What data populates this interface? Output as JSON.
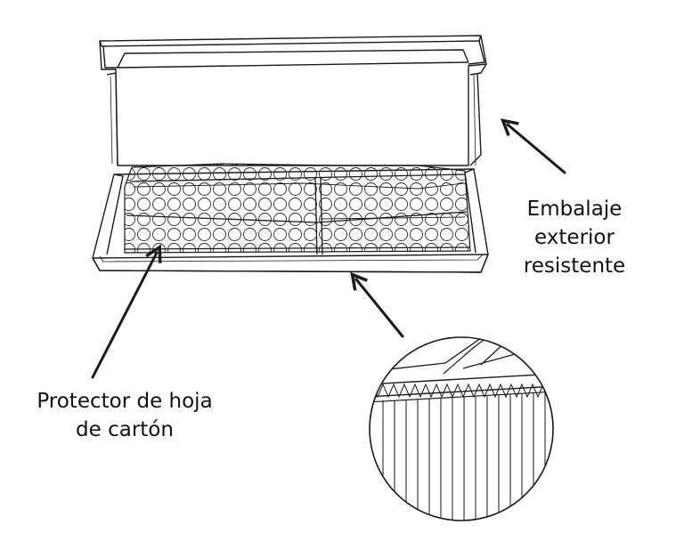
{
  "labels": {
    "outer_packaging": {
      "line1": "Embalaje",
      "line2": "exterior",
      "line3": "resistente"
    },
    "inner_protector": {
      "line1": "Protector de hoja",
      "line2": "de cartón"
    }
  },
  "colors": {
    "line": "#1a1a1a",
    "background": "#ffffff"
  },
  "icons": [
    "arrow-icon",
    "magnifier-circle"
  ]
}
